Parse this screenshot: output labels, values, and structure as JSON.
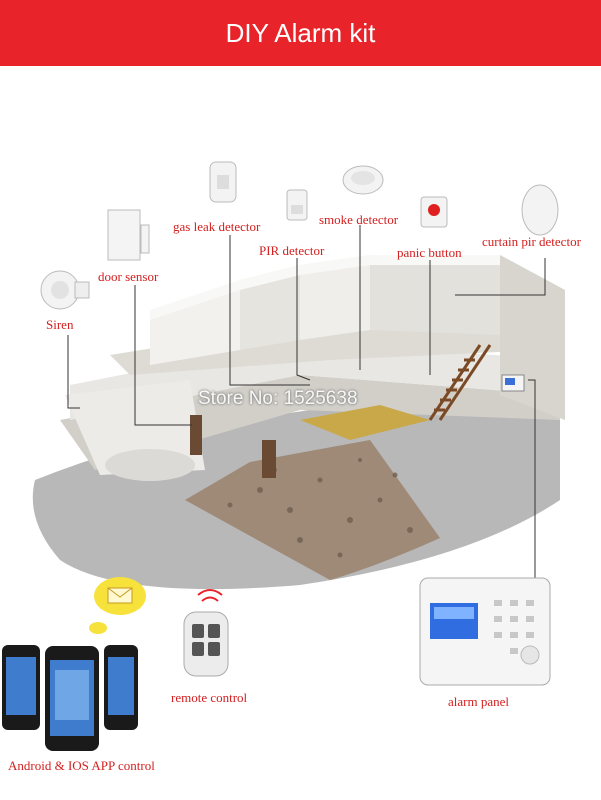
{
  "header": {
    "title": "DIY Alarm kit"
  },
  "labels": {
    "gas_leak_detector": "gas leak detector",
    "smoke_detector": "smoke detector",
    "pir_detector": "PIR detector",
    "panic_button": "panic button",
    "curtain_pir_detector": "curtain pir detector",
    "door_sensor": "door sensor",
    "siren": "Siren",
    "remote_control": "remote control",
    "alarm_panel": "alarm panel",
    "app_control": "Android & IOS APP control"
  },
  "watermark": "Store No: 1525638",
  "colors": {
    "header_bg": "#e8242a",
    "label_text": "#d42020",
    "callout_line": "#333333"
  }
}
